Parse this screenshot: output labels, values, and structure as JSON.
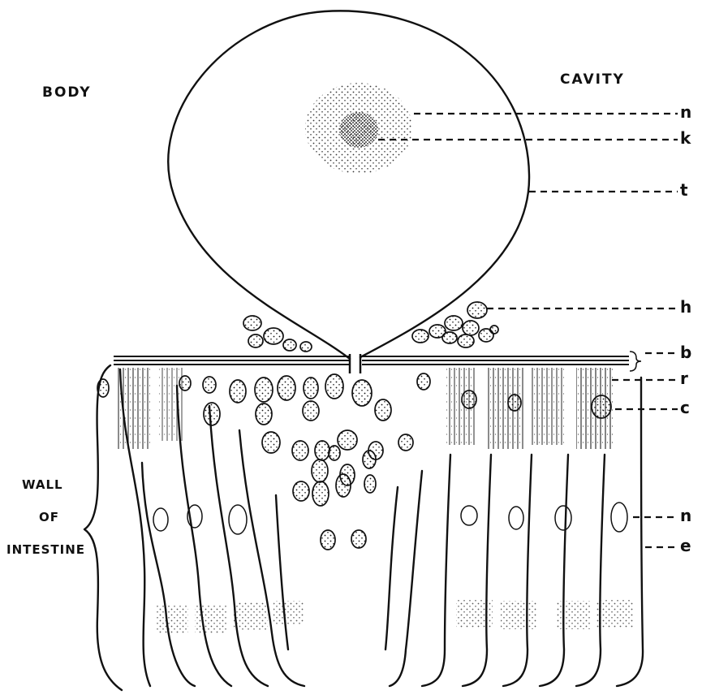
{
  "labels": {
    "body": "BODY",
    "cavity": "CAVITY",
    "wall_line1": "WALL",
    "wall_line2": "OF",
    "wall_line3": "INTESTINE"
  },
  "keys": {
    "n_top": "n",
    "k": "k",
    "t": "t",
    "h": "h",
    "b": "b",
    "r": "r",
    "c": "c",
    "n_bottom": "n",
    "e": "e"
  },
  "colors": {
    "ink": "#111111",
    "background": "#ffffff"
  }
}
